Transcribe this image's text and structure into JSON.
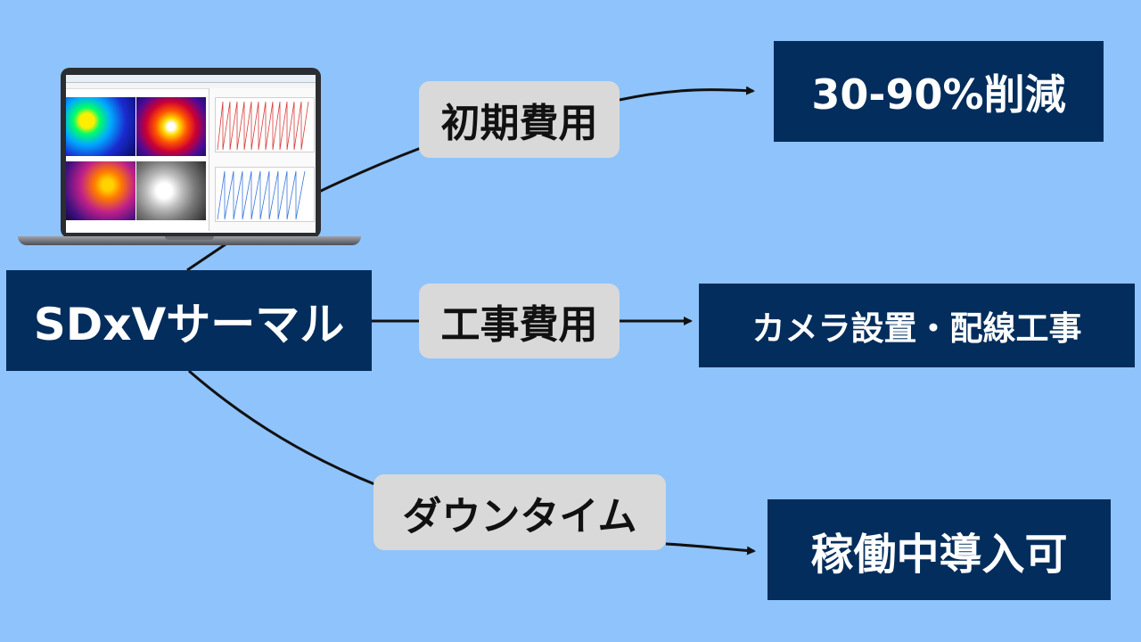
{
  "root": {
    "label": "SDxVサーマル"
  },
  "branches": [
    {
      "category": "初期費用",
      "result": "30-90%削減"
    },
    {
      "category": "工事費用",
      "result": "カメラ設置・配線工事"
    },
    {
      "category": "ダウンタイム",
      "result": "稼働中導入可"
    }
  ],
  "colors": {
    "background": "#8fc3fb",
    "dark_box": "#022d5c",
    "light_box": "#d9d9d9",
    "connector": "#111111"
  },
  "icons": [
    "laptop-icon"
  ]
}
